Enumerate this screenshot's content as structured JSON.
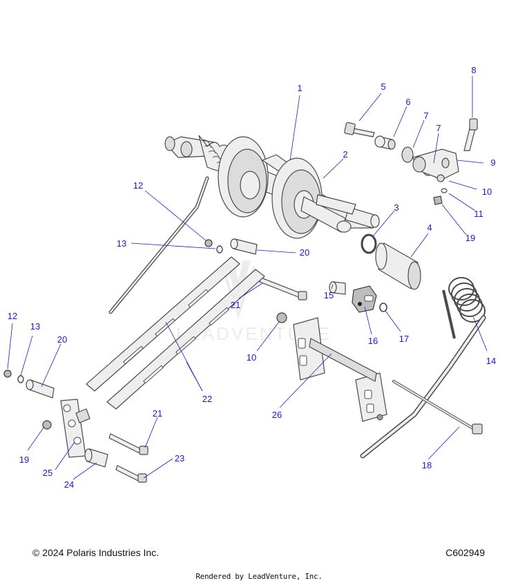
{
  "callouts": [
    "1",
    "2",
    "3",
    "4",
    "5",
    "6",
    "7",
    "7",
    "8",
    "9",
    "10",
    "11",
    "19",
    "12",
    "13",
    "20",
    "21",
    "10",
    "15",
    "16",
    "17",
    "14",
    "12",
    "13",
    "20",
    "22",
    "26",
    "21",
    "19",
    "25",
    "24",
    "23",
    "18"
  ],
  "watermark": "LEADVENTURE",
  "footer": {
    "copyright": "© 2024 Polaris Industries Inc.",
    "diagram_code": "C602949",
    "rendered_by": "Rendered by LeadVenture, Inc."
  }
}
